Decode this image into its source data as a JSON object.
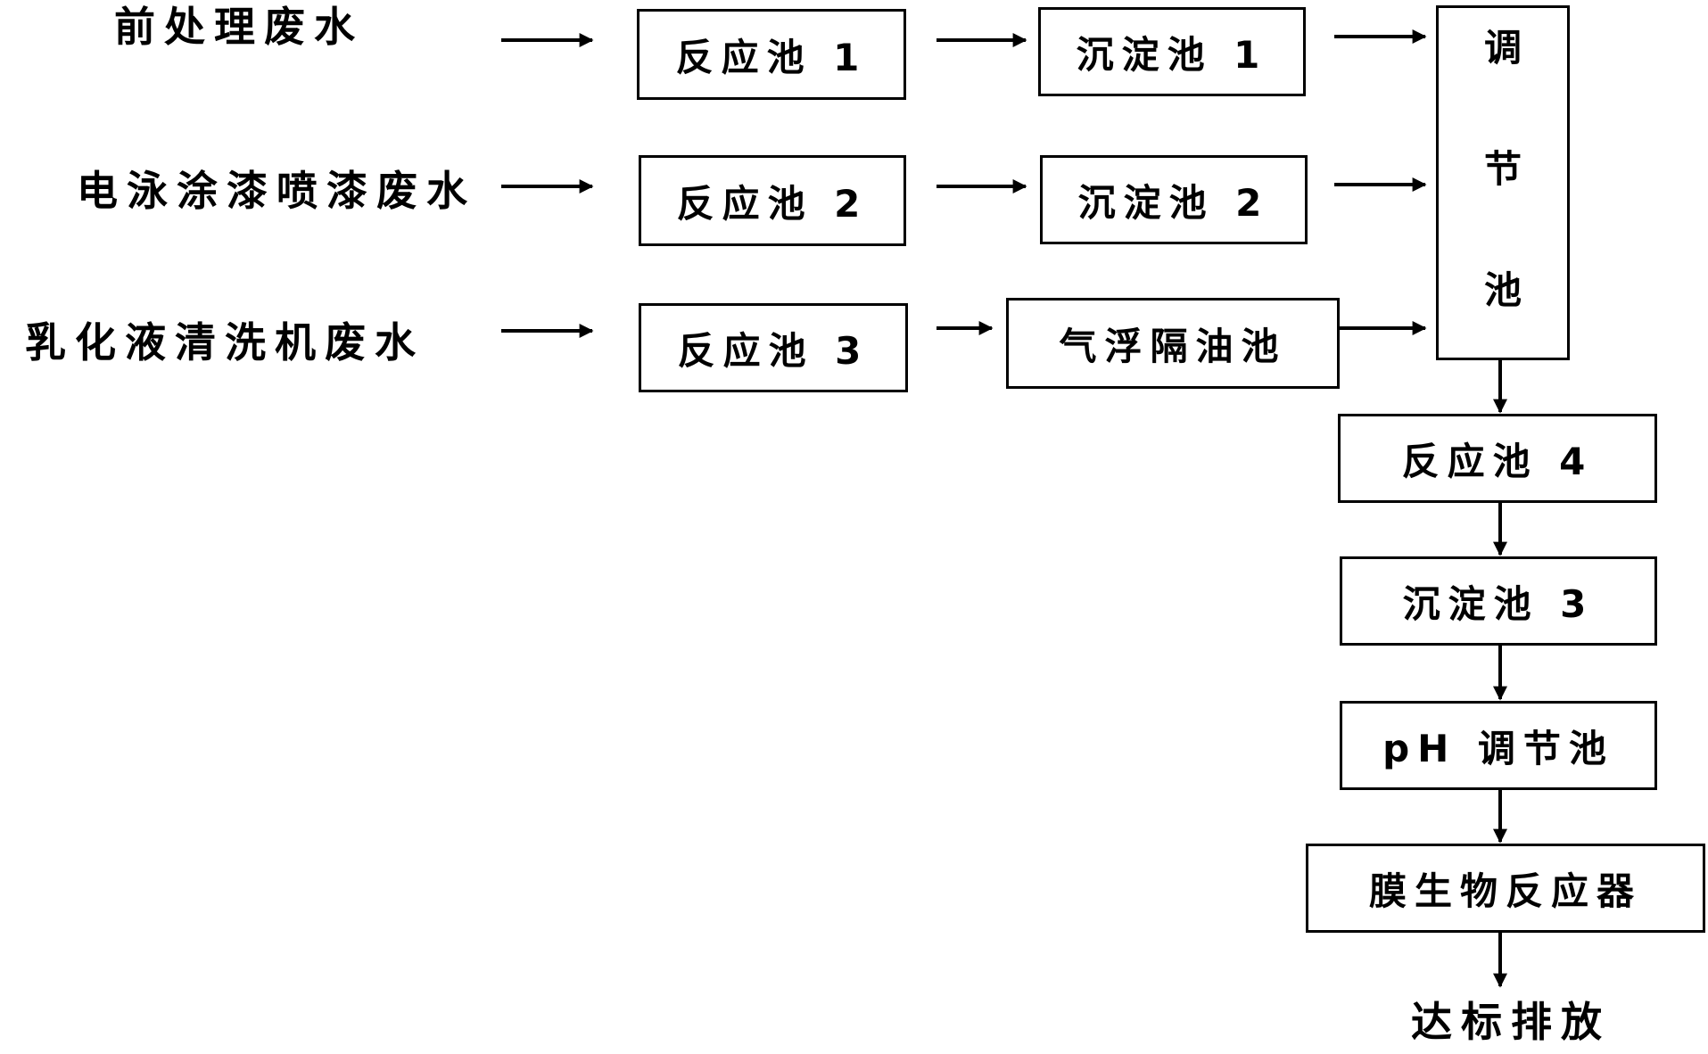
{
  "sources": [
    "前处理废水",
    "电泳涂漆喷漆废水",
    "乳化液清洗机废水"
  ],
  "reactors_column1": [
    "反应池 1",
    "反应池 2",
    "反应池 3"
  ],
  "column2": [
    "沉淀池 1",
    "沉淀池 2",
    "气浮隔油池"
  ],
  "equalization_tank": [
    "调",
    "节",
    "池"
  ],
  "downstream_chain": [
    "反应池 4",
    "沉淀池 3",
    "pH 调节池",
    "膜生物反应器"
  ],
  "discharge": "达标排放"
}
